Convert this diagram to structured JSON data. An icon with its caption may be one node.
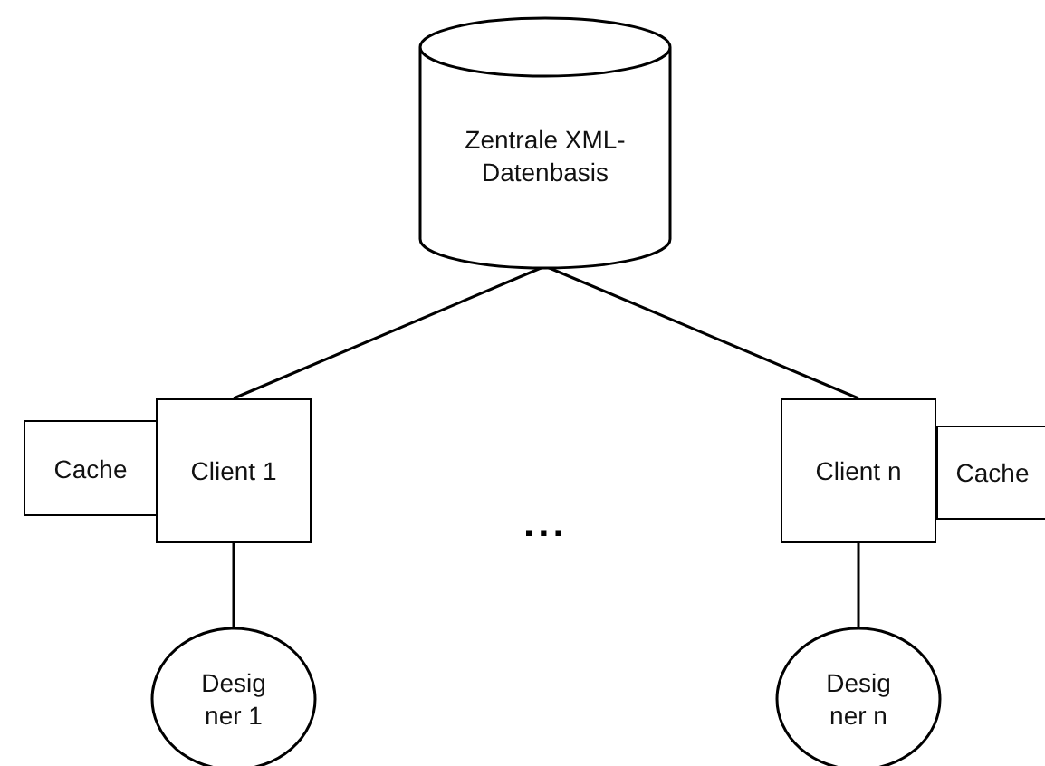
{
  "diagram": {
    "nodes": [
      {
        "text": [
          "Zentrale XML-Datenbasis"
        ]
      },
      {
        "text": [
          "Cache"
        ]
      },
      {
        "text": [
          "Client 1"
        ]
      },
      {
        "text": [
          "Client n"
        ]
      },
      {
        "text": [
          "Cache"
        ]
      },
      {
        "text": [
          "Desig ner 1"
        ]
      },
      {
        "text": [
          "Desig ner n"
        ]
      }
    ],
    "edges": [
      {
        "from": 0,
        "to": 2,
        "arrow": "none"
      },
      {
        "from": 0,
        "to": 3,
        "arrow": "none"
      },
      {
        "from": 2,
        "to": 5,
        "arrow": "none"
      },
      {
        "from": 3,
        "to": 6,
        "arrow": "none"
      }
    ],
    "labels": [
      "..."
    ]
  }
}
